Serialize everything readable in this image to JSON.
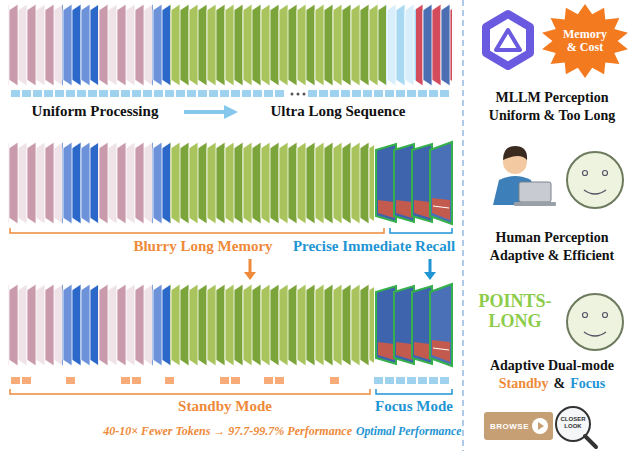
{
  "diagram": {
    "nodes": [
      {
        "text": [
          "Memory & Cost"
        ]
      },
      {
        "text": [
          "BROWSE"
        ]
      }
    ],
    "labels": [
      "Uniform Processing",
      "Ultra Long Sequence",
      "MLLM Perception",
      "Uniform & Too Long",
      "Blurry Long Memory",
      "Precise Immediate Recall",
      "Human Perception",
      "Adaptive & Efficient",
      "POINTS-LONG",
      "Standby Mode",
      "Focus Mode",
      "Adaptive Dual-mode",
      "Standby",
      "&",
      "Focus",
      "40-10× Fewer Tokens → 97.7-99.7% Performance",
      "Optimal Performance",
      "CLOSER LOOK"
    ]
  }
}
